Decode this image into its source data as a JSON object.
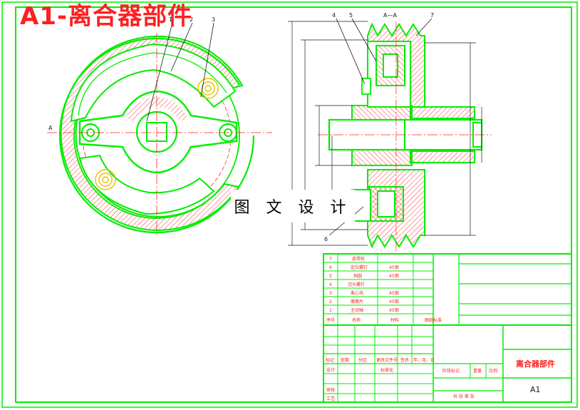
{
  "header": {
    "title": "A1-离合器部件"
  },
  "watermark": {
    "text": "图 文 设 计"
  },
  "section": {
    "label": "A—A",
    "cut_mark": "A"
  },
  "callouts": {
    "c1": "1",
    "c2": "2",
    "c3": "3",
    "c4": "4",
    "c5": "5",
    "c6": "6",
    "c7": "7"
  },
  "parts_list": {
    "rows": [
      {
        "no": "7",
        "name": "皮带轮",
        "material": ""
      },
      {
        "no": "6",
        "name": "定位螺钉",
        "material": "45钢"
      },
      {
        "no": "5",
        "name": "挡圈",
        "material": "45钢"
      },
      {
        "no": "4",
        "name": "沉头螺钉",
        "material": ""
      },
      {
        "no": "3",
        "name": "离心块",
        "material": "45钢"
      },
      {
        "no": "2",
        "name": "摩擦片",
        "material": "45钢"
      },
      {
        "no": "1",
        "name": "主动轴",
        "material": "45钢"
      }
    ],
    "header": {
      "no": "序号",
      "name": "名称",
      "material": "材料",
      "note": "图纸标准"
    }
  },
  "title_block": {
    "labels": {
      "mark": "标记",
      "count": "处数",
      "zone": "分区",
      "doc": "更改文件号",
      "sign": "签名",
      "date": "年、月、日",
      "design": "设计",
      "std": "标准化",
      "check": "审核",
      "process": "工艺",
      "stage": "阶段标记",
      "weight": "重量",
      "scale": "比例",
      "sheets": "共 张 第 张"
    },
    "drawing_name": "离合器部件",
    "drawing_code": "A1"
  },
  "colors": {
    "frame": "#00ee00",
    "title": "#ff2020",
    "hatch": "#ff2020",
    "center": "#ff2020",
    "dim": "#1a1a1a"
  }
}
